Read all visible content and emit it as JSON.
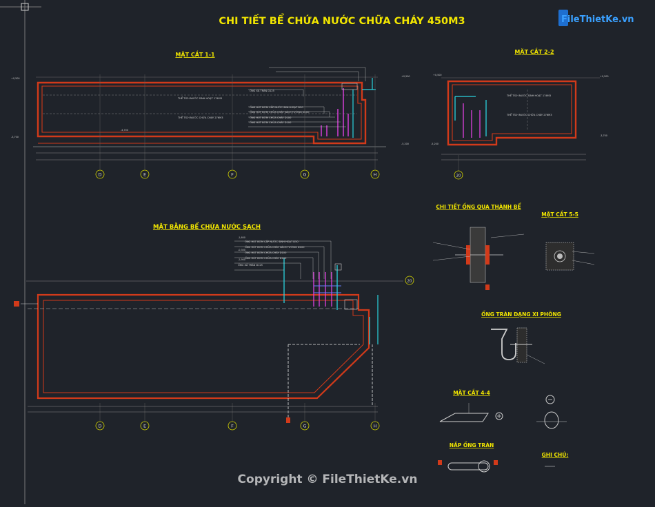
{
  "drawing": {
    "title": "CHI TIẾT BỂ CHỨA NƯỚC CHỮA CHÁY 450M3",
    "section_1": "MẶT CẮT 1-1",
    "section_2": "MẶT CẮT 2-2",
    "plan": "MẶT BẰNG BỂ CHỨA NƯỚC SẠCH",
    "pipe_detail": "CHI TIẾT ỐNG QUA THÀNH BỂ",
    "section_5": "MẶT CẮT 5-5",
    "overflow_pipe": "ỐNG TRÀN DẠNG XI PHÔNG",
    "section_4": "MẶT CẮT 4-4",
    "overflow_cap": "NẮP ỐNG TRÀN",
    "notes": "GHI CHÚ:",
    "grid_axes": [
      "D",
      "E",
      "F",
      "G",
      "H"
    ],
    "grid_axis_20": "20",
    "levels": [
      "+0,500",
      "-3,700",
      "-4,700",
      "-1,600",
      "-0,300",
      "-2,900",
      "-5,200"
    ],
    "annotations": {
      "vol_sinh_hoat": "THỂ TÍCH NƯỚC SINH HOẠT 174M3",
      "vol_chua_chay": "THỂ TÍCH NƯỚC CHỮA CHÁY 276M3",
      "pipe_1": "ỐNG XẢ TRÀN D125",
      "pipe_2": "ỐNG HÚT BƠM CẤP NƯỚC SINH HOẠT D50",
      "pipe_3": "ỐNG HÚT BƠM CHỮA CHÁY VÁCH TƯỜNG D100",
      "pipe_4": "ỐNG HÚT BƠM CHỮA CHÁY D100",
      "pipe_5": "ỐNG HÚT BƠM CHỮA CHÁY D100"
    }
  },
  "logo": {
    "text": "FileThietKe.vn"
  },
  "watermark": {
    "text": "Copyright © FileThietKe.vn"
  },
  "colors": {
    "background": "#1f232a",
    "title": "#f2e600",
    "wall": "#d23a1a",
    "pipe_cyan": "#2ad4e0",
    "pipe_magenta": "#e040e0",
    "grid_bubble": "#d8d800"
  }
}
